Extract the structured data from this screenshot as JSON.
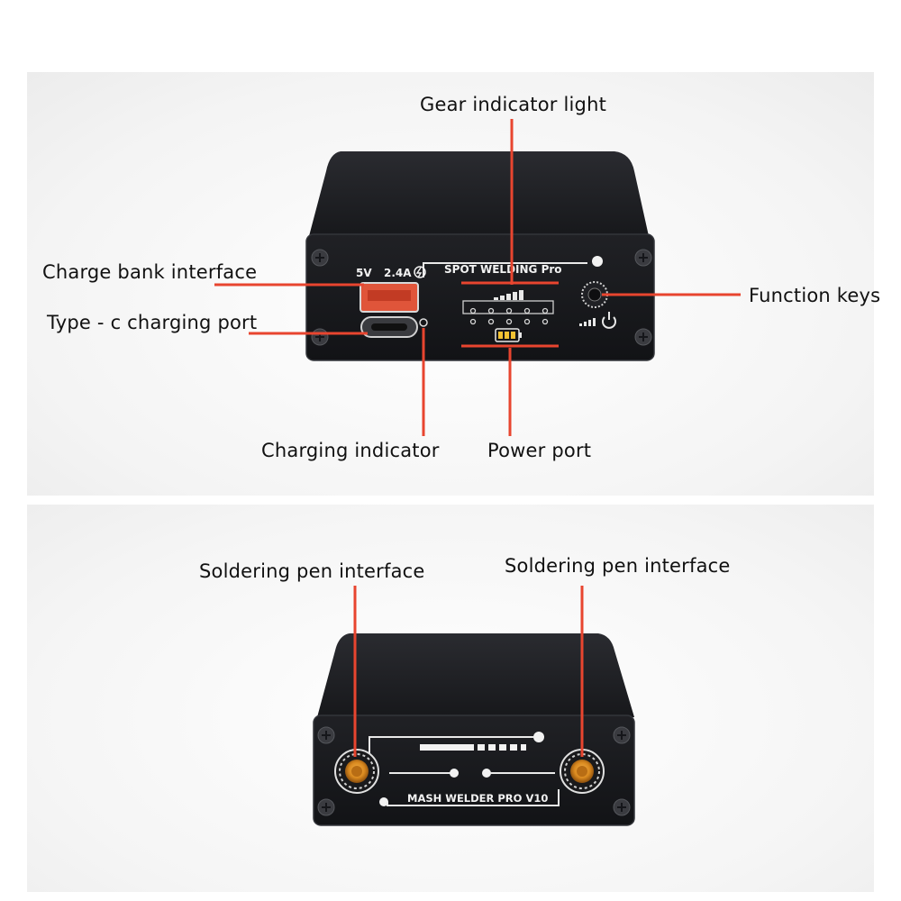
{
  "labels": {
    "gear_indicator_light": "Gear indicator light",
    "charge_bank_interface": "Charge bank interface",
    "type_c_charging_port": "Type - c charging port",
    "function_keys": "Function keys",
    "charging_indicator": "Charging indicator",
    "power_port": "Power port",
    "soldering_pen_interface_left": "Soldering pen interface",
    "soldering_pen_interface_right": "Soldering pen interface"
  },
  "device_front": {
    "voltage_label": "5V",
    "current_label": "2.4A",
    "brand_label": "SPOT WELDING Pro"
  },
  "device_back": {
    "model_label": "MASH WELDER PRO V10"
  },
  "colors": {
    "callout_line": "#e8452f",
    "device_body": "#1c1d20",
    "usb_port": "#e0553a",
    "terminal_gold": "#d9891f"
  }
}
